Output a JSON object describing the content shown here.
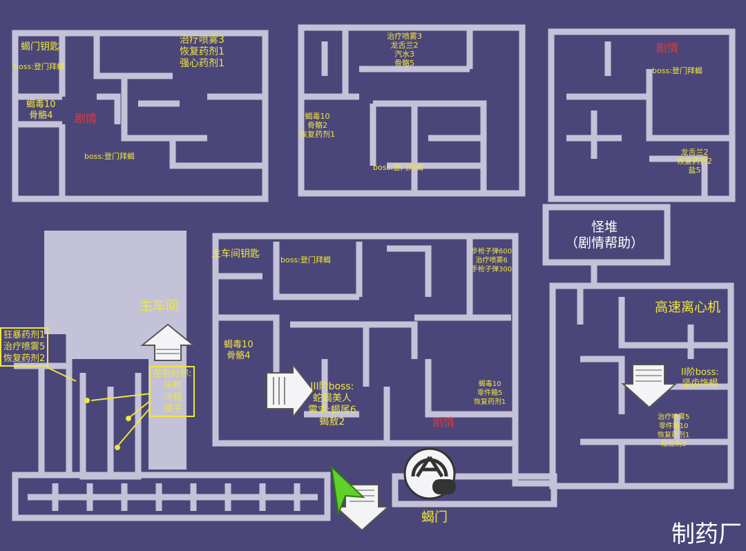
{
  "map_title": "制药厂",
  "labels": {
    "scorpion_key": "蝎门钥匙",
    "boss_tl": "boss:登门拜蝎",
    "scorp_bone_tl": "蝎毒10\n骨骼4",
    "story_tl": "剧情",
    "boss_tl2": "boss:登门拜蝎",
    "heal_tl": "治疗喷雾3\n恢复药剂1\n强心药剂1",
    "heal_tc": "治疗喷雾3\n龙舌兰2\n汽水3\n骨骼5",
    "scorp_tc": "蝎毒10\n骨骼2\n恢复药剂1",
    "boss_tc": "boss:登门拜蝎",
    "story_tr": "剧情",
    "boss_tr": "boss:登门拜蝎",
    "tequila_tr": "龙舌兰2\n恢复药剂2\n盐5",
    "monster_pile": "怪堆\n（剧情帮助）",
    "main_workshop": "主车间",
    "main_key": "主车间钥匙",
    "boss_mid": "boss:登门拜蝎",
    "ammo_mid": "步枪子弹600\n治疗喷雾6\n手枪子弹300",
    "scorp_mid": "蝎毒10\n骨骼4",
    "boss3": "III阶boss:\n蛇蝎美人\n需求:蝎尾6\n蝎敖2",
    "scorp_mid2": "蝎毒10\n零件箱5\n恢复药剂1",
    "story_mid": "剧情",
    "scorpion_gate": "蝎门",
    "centrifuge": "高速离心机",
    "boss2": "II阶boss:\n坚齿饰蝎",
    "heal_br": "治疗喷雾5\n零件箱10\n恢复药剂1\n粘合剂3",
    "left_items": "狂暴药剂1\n治疗喷雾5\n恢复药剂2",
    "symmetric": "左右对称:\n    床柜\n    冰箱\n    椅子"
  }
}
